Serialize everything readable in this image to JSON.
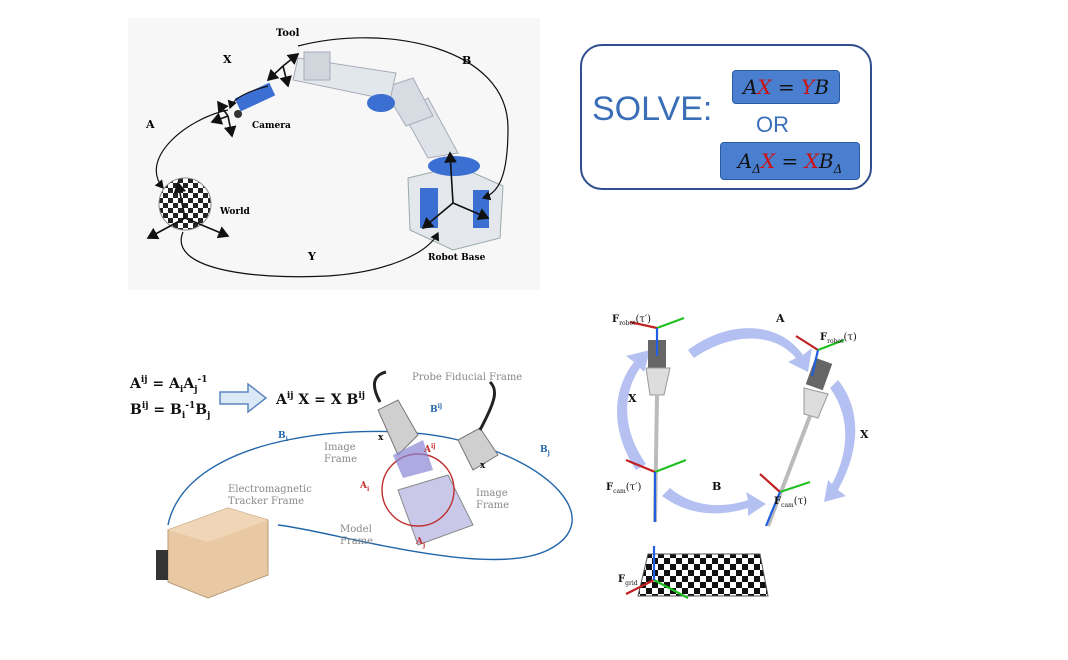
{
  "robot_arm": {
    "labels": {
      "tool": "Tool",
      "x": "X",
      "b": "B",
      "a": "A",
      "camera": "Camera",
      "world": "World",
      "y": "Y",
      "robot_base": "Robot Base"
    }
  },
  "solve_box": {
    "solve": "SOLVE:",
    "eq1": {
      "a": "A",
      "x": "X",
      "eq": " = ",
      "y": "Y",
      "b": "B"
    },
    "or": "OR",
    "eq2": {
      "a": "A",
      "sub_a": "Δ",
      "x": "X",
      "eq": " = ",
      "x2": "X",
      "b": "B",
      "sub_b": "Δ"
    }
  },
  "probe": {
    "eq_aij": {
      "lhs": "A",
      "sup": "ij",
      "rhs": " = A",
      "i": "i",
      "aj": "A",
      "j": "j",
      "inv": "-1"
    },
    "eq_bij": {
      "lhs": "B",
      "sup": "ij",
      "rhs": " = B",
      "i": "i",
      "inv": "-1",
      "bj": "B",
      "j": "j"
    },
    "result": {
      "a": "A",
      "sup": "ij",
      "x": " X = X B",
      "sup2": "ij"
    },
    "labels": {
      "probe_fiducial_frame": "Probe Fiducial Frame",
      "bij": "B",
      "bij_sup": "ij",
      "bi": "B",
      "bi_sub": "i",
      "bj": "B",
      "bj_sub": "j",
      "x1": "x",
      "x2": "x",
      "aij": "A",
      "aij_sup": "ij",
      "image_frame_1": "Image",
      "image_frame_1b": "Frame",
      "image_frame_2": "Image",
      "image_frame_2b": "Frame",
      "ai": "A",
      "ai_sub": "i",
      "aj": "A",
      "aj_sub": "j",
      "em_tracker_1": "Electromagnetic",
      "em_tracker_2": "Tracker Frame",
      "model_frame_1": "Model",
      "model_frame_2": "Frame"
    }
  },
  "tool_calib": {
    "labels": {
      "a": "A",
      "x_left": "X",
      "x_right": "X",
      "b": "B",
      "f_robot_tp": "F",
      "f_robot_tp_sub": "robot",
      "f_robot_tp_arg": "(τ′)",
      "f_robot_t": "F",
      "f_robot_t_sub": "robot",
      "f_robot_t_arg": "(τ)",
      "f_cam_tp": "F",
      "f_cam_tp_sub": "cam",
      "f_cam_tp_arg": "(τ′)",
      "f_cam_t": "F",
      "f_cam_t_sub": "cam",
      "f_cam_t_arg": "(τ)",
      "f_grid": "F",
      "f_grid_sub": "grid"
    }
  }
}
